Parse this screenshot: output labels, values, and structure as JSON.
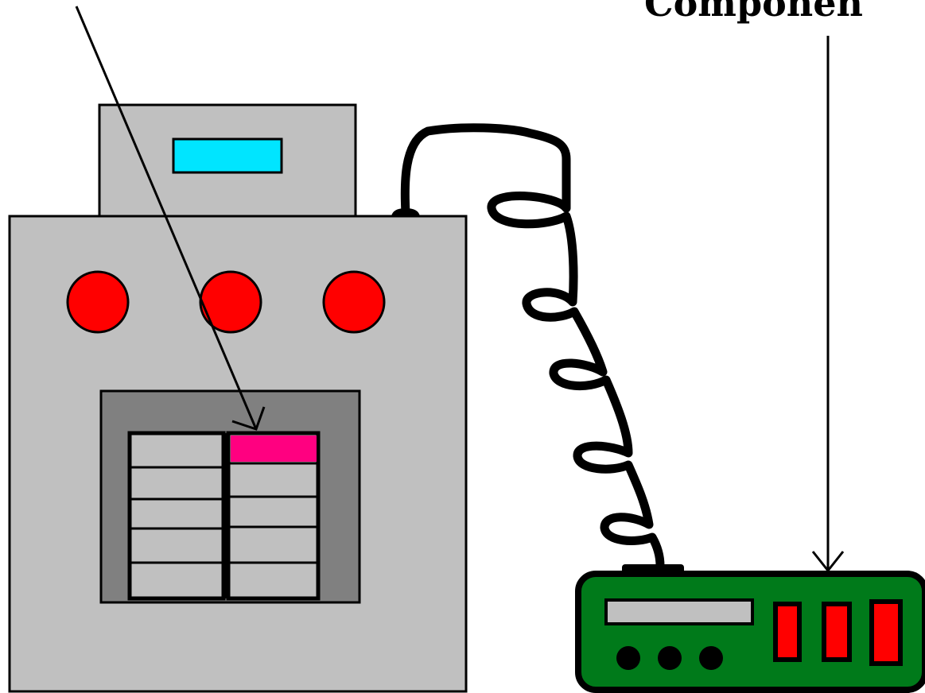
{
  "diagram": {
    "label_component": "Componen",
    "colors": {
      "background": "#ffffff",
      "device_gray": "#c0c0c0",
      "bay_dark": "#808080",
      "outline": "#000000",
      "display_cyan": "#00e5ff",
      "lamp_red": "#ff0000",
      "highlight_magenta": "#ff0080",
      "board_green": "#007a1a",
      "slot_red": "#ff0000"
    },
    "icons": {
      "upper_unit": "control-box-icon",
      "main_unit": "cabinet-icon",
      "cable": "coiled-cable-icon",
      "board": "circuit-board-icon"
    },
    "lamps_count": 3,
    "board_buttons_count": 3,
    "board_slots_count": 3
  }
}
